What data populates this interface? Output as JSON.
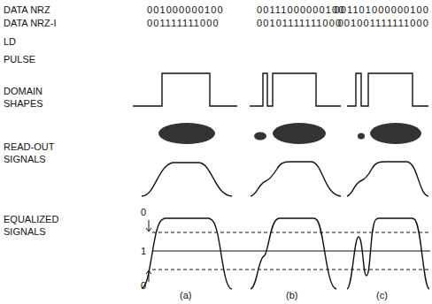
{
  "diagram": {
    "labels": [
      "DATA NRZ",
      "001000000100",
      "00111000000100",
      "001101000000100",
      "DATA NRZ-I",
      "001111111000",
      "00101111111000",
      "001001111111000",
      "LD PULSE",
      "DOMAIN SHAPES",
      "READ-OUT SIGNALS",
      "EQUALIZED SIGNALS",
      "0",
      "1",
      "0",
      "(a)",
      "(b)",
      "(c)"
    ]
  }
}
